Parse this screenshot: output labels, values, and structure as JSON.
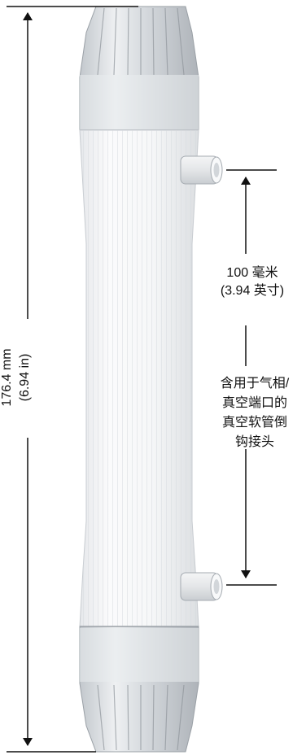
{
  "dimensions": {
    "total_length": {
      "metric": "176.4 mm",
      "imperial": "(6.94 in)"
    },
    "port_spacing": {
      "metric": "100 毫米",
      "imperial": "(3.94 英寸)"
    }
  },
  "callout": {
    "lines": [
      "含用于气相/",
      "真空端口的",
      "真空软管倒",
      "钩接头"
    ]
  },
  "colors": {
    "ink": "#111111",
    "tube_body": "#f3f4f6",
    "cap_clear": "#d9dde1",
    "cap_dark": "#b9bec4"
  }
}
